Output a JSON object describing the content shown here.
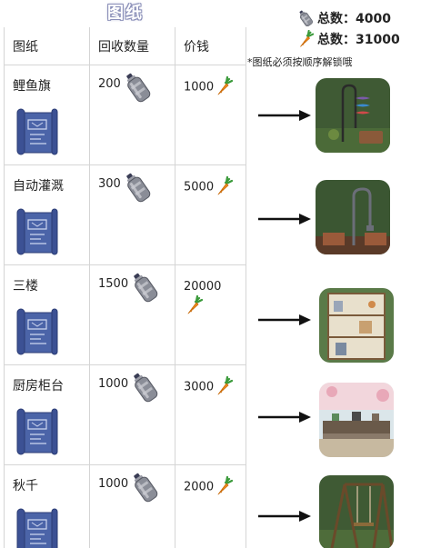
{
  "title": "图纸",
  "totals": {
    "bottles_text": "总数：4000",
    "carrots_text": "总数：31000"
  },
  "note": "*图纸必须按顺序解锁哦",
  "table": {
    "headers": [
      "图纸",
      "回收数量",
      "价钱"
    ],
    "rows": [
      {
        "name": "鲤鱼旗",
        "qty": "200",
        "price": "1000"
      },
      {
        "name": "自动灌溉",
        "qty": "300",
        "price": "5000"
      },
      {
        "name": "三楼",
        "qty": "1500",
        "price": "20000"
      },
      {
        "name": "厨房柜台",
        "qty": "1000",
        "price": "3000"
      },
      {
        "name": "秋千",
        "qty": "1000",
        "price": "2000"
      }
    ]
  },
  "icons": {
    "bottle": "plastic-bottle-icon",
    "carrot": "carrot-icon",
    "blueprint": "blueprint-scroll-icon",
    "arrow": "right-arrow-icon"
  },
  "colors": {
    "carrot": "#f08a1c",
    "leaf": "#3a9a3a",
    "bottle": "#8a8d97",
    "blueprint": "#4b64a8",
    "thumb_green": "#3f5a34"
  }
}
